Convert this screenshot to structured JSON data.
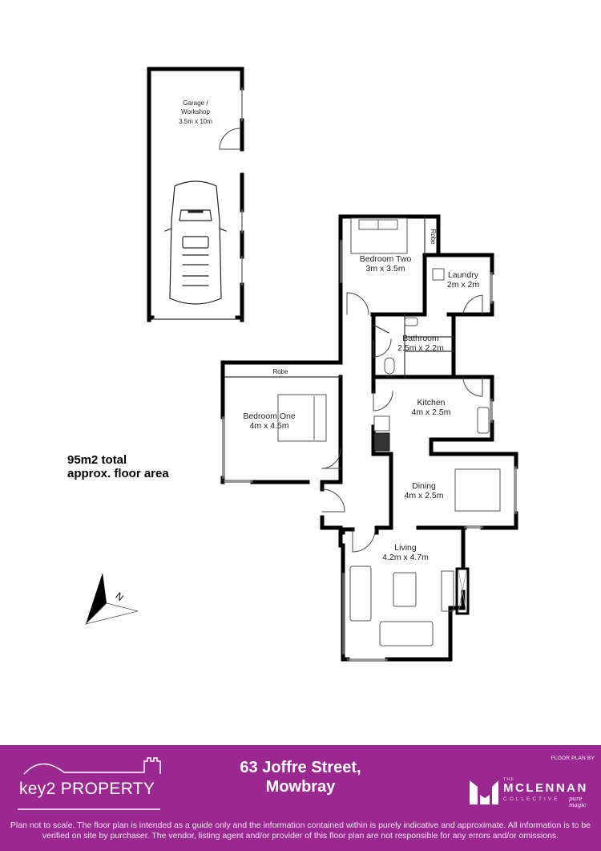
{
  "floor_plan": {
    "rooms": [
      {
        "id": "garage",
        "name": "Garage / Workshop",
        "name_line1": "Garage /",
        "name_line2": "Workshop",
        "size": "3.5m x 10m"
      },
      {
        "id": "bedroom_two",
        "name": "Bedroom Two",
        "size": "3m x 3.5m"
      },
      {
        "id": "robe_two",
        "name": "Robe"
      },
      {
        "id": "laundry",
        "name": "Laundry",
        "size": "2m x 2m"
      },
      {
        "id": "bathroom",
        "name": "Bathroom",
        "size": "2.5m x 2.2m"
      },
      {
        "id": "robe_one",
        "name": "Robe"
      },
      {
        "id": "bedroom_one",
        "name": "Bedroom One",
        "size": "4m x 4.5m"
      },
      {
        "id": "kitchen",
        "name": "Kitchen",
        "size": "4m x 2.5m"
      },
      {
        "id": "dining",
        "name": "Dining",
        "size": "4m x 2.5m"
      },
      {
        "id": "living",
        "name": "Living",
        "size": "4.2m x 4.7m"
      }
    ],
    "total_area_line1": "95m2 total",
    "total_area_line2": "approx. floor area",
    "compass_label": "N"
  },
  "footer": {
    "bg_color": "#9b2790",
    "agency_logo": {
      "brand_main": "key2",
      "brand_sub": "PROPERTY"
    },
    "address_line1": "63 Joffre Street,",
    "address_line2": "Mowbray",
    "floor_plan_by": "FLOOR PLAN BY",
    "designer_logo": {
      "the": "THE",
      "name": "MCLENNAN",
      "sub": "COLLECTIVE",
      "tagline": "pure magic"
    },
    "disclaimer_line1": "Plan not to scale. The floor plan is intended as a guide only and the information contained within is purely indicative and approximate. All information is to be",
    "disclaimer_line2": "verified on site by purchaser. The vendor, listing agent and/or provider of this floor plan are not responsible for any errors and/or omissions."
  }
}
